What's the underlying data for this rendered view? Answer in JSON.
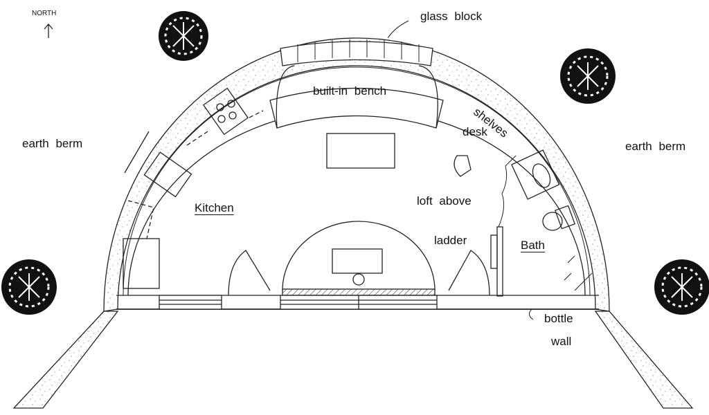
{
  "north": {
    "label": "NORTH",
    "arrow": "↑"
  },
  "labels": {
    "glass_block": "glass block",
    "earth_berm_left": "earth berm",
    "earth_berm_right": "earth berm",
    "built_in_bench": "built-in bench",
    "shelves": "shelves",
    "desk": "desk",
    "loft_above": "loft above",
    "kitchen": "Kitchen",
    "ladder": "ladder",
    "bath": "Bath",
    "bottle": "bottle",
    "wall": "wall"
  },
  "colors": {
    "line": "#222222",
    "tree": "#111111",
    "stipple": "#999999"
  }
}
